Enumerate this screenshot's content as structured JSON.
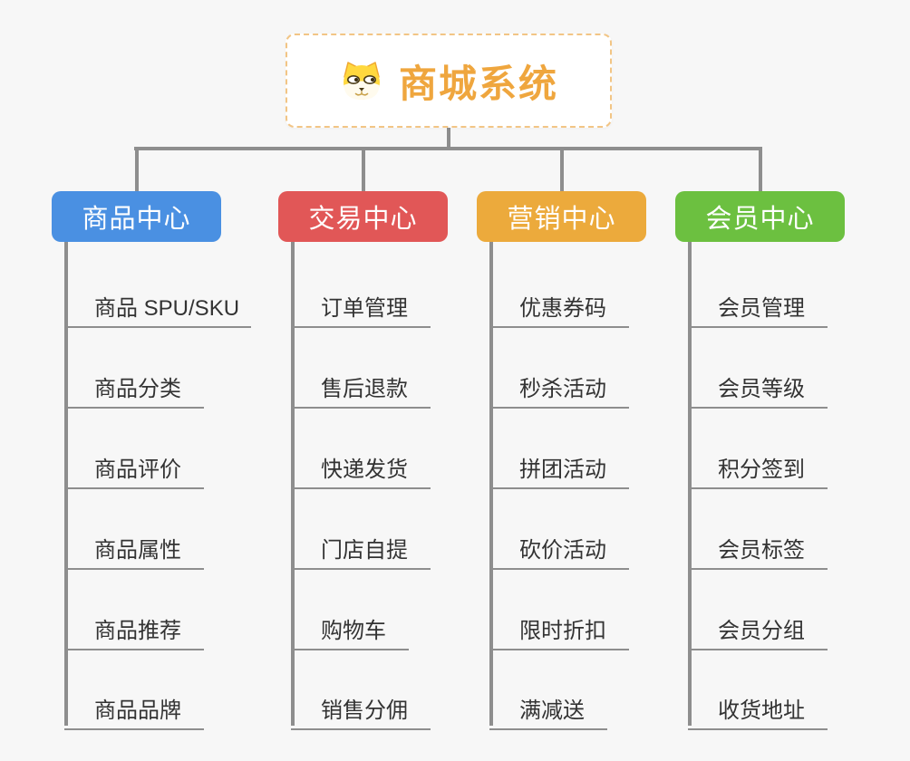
{
  "root": {
    "title": "商城系统",
    "icon": "dog-face-icon"
  },
  "branches": [
    {
      "label": "商品中心",
      "color": "#4a90e2",
      "items": [
        "商品 SPU/SKU",
        "商品分类",
        "商品评价",
        "商品属性",
        "商品推荐",
        "商品品牌"
      ]
    },
    {
      "label": "交易中心",
      "color": "#e15757",
      "items": [
        "订单管理",
        "售后退款",
        "快递发货",
        "门店自提",
        "购物车",
        "销售分佣"
      ]
    },
    {
      "label": "营销中心",
      "color": "#ecaa3c",
      "items": [
        "优惠券码",
        "秒杀活动",
        "拼团活动",
        "砍价活动",
        "限时折扣",
        "满减送"
      ]
    },
    {
      "label": "会员中心",
      "color": "#6cc040",
      "items": [
        "会员管理",
        "会员等级",
        "积分签到",
        "会员标签",
        "会员分组",
        "收货地址"
      ]
    }
  ],
  "colors": {
    "background": "#f7f7f7",
    "connector": "#8e8e8e",
    "root_text": "#efa63e",
    "root_border": "#f2c585",
    "leaf_text": "#333333"
  }
}
